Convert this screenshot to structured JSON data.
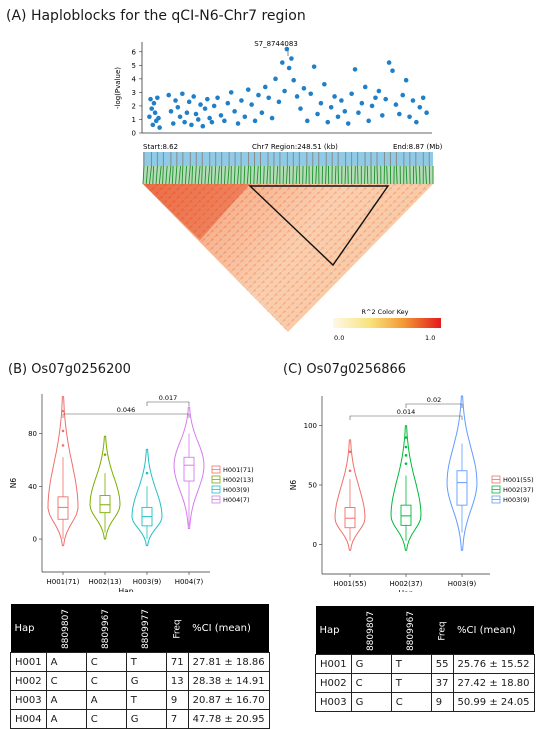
{
  "panelA": {
    "title": "(A) Haploblocks for the qCI-N6-Chr7 region",
    "peak_label": "S7_8744083",
    "ylabel": "-log(Pvalue)",
    "yticks": [
      "0",
      "1",
      "2",
      "3",
      "4",
      "5",
      "6"
    ],
    "start_label": "Start:8.62",
    "region_label": "Chr7 Region:248.51 (kb)",
    "end_label": "End:8.87 (Mb)",
    "color_key_title": "R^2 Color Key",
    "color_key_min": "0.0",
    "color_key_max": "1.0"
  },
  "panelB": {
    "title": "(B) Os07g0256200",
    "ylabel": "N6",
    "xlabel": "Hap",
    "yticks": [
      "0",
      "40",
      "80"
    ],
    "sig": [
      {
        "label": "0.046",
        "from": 0,
        "to": 3
      },
      {
        "label": "0.017",
        "from": 2,
        "to": 3
      }
    ],
    "legend": [
      "H001(71)",
      "H002(13)",
      "H003(9)",
      "H004(7)"
    ],
    "table": {
      "headers": [
        "Hap",
        "8809807",
        "8809967",
        "8809977",
        "Freq",
        "%CI (mean)"
      ],
      "rows": [
        [
          "H001",
          "A",
          "C",
          "T",
          "71",
          "27.81 ± 18.86"
        ],
        [
          "H002",
          "C",
          "C",
          "G",
          "13",
          "28.38 ± 14.91"
        ],
        [
          "H003",
          "A",
          "A",
          "T",
          "9",
          "20.87 ± 16.70"
        ],
        [
          "H004",
          "A",
          "C",
          "G",
          "7",
          "47.78 ± 20.95"
        ]
      ]
    }
  },
  "panelC": {
    "title": "(C) Os07g0256866",
    "ylabel": "N6",
    "xlabel": "Hap",
    "yticks": [
      "0",
      "50",
      "100"
    ],
    "sig": [
      {
        "label": "0.014",
        "from": 0,
        "to": 2
      },
      {
        "label": "0.02",
        "from": 1,
        "to": 2
      }
    ],
    "legend": [
      "H001(55)",
      "H002(37)",
      "H003(9)"
    ],
    "table": {
      "headers": [
        "Hap",
        "8809807",
        "8809967",
        "Freq",
        "%CI (mean)"
      ],
      "rows": [
        [
          "H001",
          "G",
          "T",
          "55",
          "25.76 ± 15.52"
        ],
        [
          "H002",
          "C",
          "T",
          "37",
          "27.42 ± 18.80"
        ],
        [
          "H003",
          "G",
          "C",
          "9",
          "50.99 ± 24.05"
        ]
      ]
    }
  },
  "chart_data": [
    {
      "type": "scatter",
      "title": "Haploblocks for the qCI-N6-Chr7 region",
      "xlabel": "Chr7 Region:248.51 (kb)",
      "ylabel": "-log(Pvalue)",
      "xlim": [
        8.62,
        8.87
      ],
      "ylim": [
        0,
        6.5
      ],
      "peak": {
        "label": "S7_8744083",
        "x": 8.744,
        "y": 6.2
      },
      "x": [
        8.623,
        8.624,
        8.625,
        8.626,
        8.627,
        8.628,
        8.629,
        8.63,
        8.631,
        8.632,
        8.64,
        8.642,
        8.644,
        8.646,
        8.648,
        8.65,
        8.652,
        8.654,
        8.656,
        8.658,
        8.66,
        8.662,
        8.664,
        8.666,
        8.668,
        8.67,
        8.672,
        8.674,
        8.676,
        8.678,
        8.68,
        8.683,
        8.686,
        8.689,
        8.692,
        8.695,
        8.698,
        8.701,
        8.704,
        8.707,
        8.71,
        8.713,
        8.716,
        8.719,
        8.722,
        8.725,
        8.728,
        8.731,
        8.734,
        8.737,
        8.74,
        8.742,
        8.744,
        8.746,
        8.748,
        8.75,
        8.753,
        8.756,
        8.759,
        8.762,
        8.765,
        8.768,
        8.771,
        8.774,
        8.777,
        8.78,
        8.783,
        8.786,
        8.789,
        8.792,
        8.795,
        8.798,
        8.801,
        8.804,
        8.807,
        8.81,
        8.813,
        8.816,
        8.819,
        8.822,
        8.825,
        8.828,
        8.831,
        8.834,
        8.837,
        8.84,
        8.843,
        8.846,
        8.849,
        8.852,
        8.855,
        8.858,
        8.861,
        8.864,
        8.867
      ],
      "y": [
        1.2,
        2.5,
        1.8,
        0.6,
        2.2,
        1.5,
        0.9,
        2.6,
        1.1,
        0.4,
        2.8,
        1.6,
        0.7,
        2.4,
        1.9,
        1.2,
        2.9,
        0.8,
        1.5,
        2.3,
        0.6,
        2.7,
        1.4,
        1.0,
        2.1,
        0.5,
        1.8,
        2.5,
        1.1,
        0.8,
        2.0,
        2.6,
        1.3,
        0.9,
        2.2,
        3.0,
        1.6,
        0.7,
        2.4,
        1.2,
        3.2,
        2.1,
        0.9,
        2.8,
        1.5,
        3.4,
        2.6,
        1.1,
        4.0,
        2.3,
        5.2,
        3.1,
        6.2,
        4.8,
        5.5,
        3.9,
        2.7,
        1.8,
        3.3,
        0.9,
        2.9,
        4.9,
        1.4,
        2.2,
        3.6,
        0.8,
        1.9,
        2.7,
        1.2,
        2.4,
        1.6,
        0.7,
        2.9,
        4.7,
        1.5,
        2.2,
        3.4,
        0.9,
        2.0,
        2.6,
        3.1,
        1.3,
        2.5,
        5.2,
        4.6,
        2.1,
        1.4,
        2.8,
        3.9,
        1.2,
        2.4,
        0.8,
        1.9,
        2.6,
        1.5
      ]
    },
    {
      "type": "violin",
      "title": "Os07g0256200",
      "xlabel": "Hap",
      "ylabel": "N6",
      "ylim": [
        -25,
        110
      ],
      "categories": [
        "H001(71)",
        "H002(13)",
        "H003(9)",
        "H004(7)"
      ],
      "colors": [
        "#f0706a",
        "#7cae00",
        "#22bfc4",
        "#d77cf0"
      ],
      "violin_range": [
        [
          -5,
          108
        ],
        [
          0,
          78
        ],
        [
          -5,
          68
        ],
        [
          8,
          100
        ]
      ],
      "box": [
        {
          "min": 0,
          "q1": 15,
          "median": 24,
          "q3": 32,
          "max": 62
        },
        {
          "min": 5,
          "q1": 20,
          "median": 26,
          "q3": 33,
          "max": 50
        },
        {
          "min": 0,
          "q1": 10,
          "median": 17,
          "q3": 24,
          "max": 40
        },
        {
          "min": 10,
          "q1": 44,
          "median": 56,
          "q3": 62,
          "max": 80
        }
      ],
      "outliers": [
        [
          82,
          97,
          71
        ],
        [
          64
        ],
        [
          50
        ],
        []
      ],
      "sig": [
        {
          "label": "0.046",
          "from": 0,
          "to": 3
        },
        {
          "label": "0.017",
          "from": 2,
          "to": 3
        }
      ]
    },
    {
      "type": "violin",
      "title": "Os07g0256866",
      "xlabel": "Hap",
      "ylabel": "N6",
      "ylim": [
        -25,
        125
      ],
      "categories": [
        "H001(55)",
        "H002(37)",
        "H003(9)"
      ],
      "colors": [
        "#f0706a",
        "#00ba38",
        "#619cff"
      ],
      "violin_range": [
        [
          -5,
          88
        ],
        [
          -5,
          100
        ],
        [
          -5,
          125
        ]
      ],
      "box": [
        {
          "min": 3,
          "q1": 14,
          "median": 22,
          "q3": 31,
          "max": 55
        },
        {
          "min": 3,
          "q1": 16,
          "median": 24,
          "q3": 33,
          "max": 58
        },
        {
          "min": 10,
          "q1": 33,
          "median": 52,
          "q3": 62,
          "max": 85
        }
      ],
      "outliers": [
        [
          62,
          78
        ],
        [
          68,
          75,
          82,
          90
        ],
        []
      ],
      "sig": [
        {
          "label": "0.014",
          "from": 0,
          "to": 2
        },
        {
          "label": "0.02",
          "from": 1,
          "to": 2
        }
      ]
    }
  ]
}
